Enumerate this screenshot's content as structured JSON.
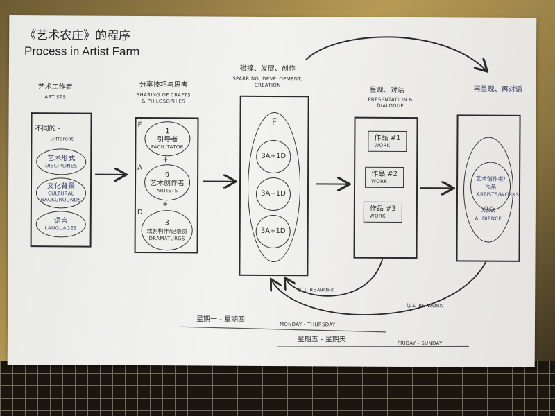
{
  "title": {
    "cn": "《艺术农庄》的程序",
    "en": "Process in Artist Farm"
  },
  "stages": [
    {
      "heading_cn": "艺术工作者",
      "heading_en": "ARTISTS",
      "intro_cn": "不同的 -",
      "intro_en": "Different -",
      "items": [
        {
          "cn": "艺术形式",
          "en": "DISCIPLINES"
        },
        {
          "cn": "文化背景",
          "en": "CULTURAL BACKGROUNDS"
        },
        {
          "cn": "语言",
          "en": "LANGUAGES"
        }
      ]
    },
    {
      "heading_cn": "分享技巧与思考",
      "heading_en": "SHARING OF CRAFTS & PHILOSOPHIES",
      "groups": [
        {
          "letter": "F",
          "count": "1",
          "cn": "引导者",
          "en": "FACILITATOR"
        },
        {
          "letter": "A",
          "count": "9",
          "cn": "艺术创作者",
          "en": "ARTISTS"
        },
        {
          "letter": "D",
          "count": "3",
          "cn": "戏剧构作/记录员",
          "en": "DRAMATURGS"
        }
      ],
      "plus": "+"
    },
    {
      "heading_cn": "碰撞、发展、创作",
      "heading_en": "SPARRING, DEVELOPMENT, CREATION",
      "letter": "F",
      "teams": [
        "3A+1D",
        "3A+1D",
        "3A+1D"
      ]
    },
    {
      "heading_cn": "呈现、对话",
      "heading_en": "PRESENTATION & DIALOGUE",
      "works": [
        {
          "cn": "作品 #1",
          "en": "WORK"
        },
        {
          "cn": "作品 #2",
          "en": "WORK"
        },
        {
          "cn": "作品 #3",
          "en": "WORK"
        }
      ]
    },
    {
      "heading_cn": "再呈现、再对话",
      "inner_cn": "艺术创作者/作品",
      "inner_en": "ARTISTS/WORKS",
      "audience_cn": "观众",
      "audience_en": "AUDIENCE"
    }
  ],
  "rework": [
    "加工 RE-WORK",
    "加工 RE-WORK"
  ],
  "timeline": [
    {
      "cn": "星期一 - 星期四",
      "en": "MONDAY - THURSDAY"
    },
    {
      "cn": "星期五 - 星期天",
      "en": "FRIDAY - SUNDAY"
    }
  ],
  "colors": {
    "ink": "#2a2a2a",
    "blue_ink": "#3a3f6a",
    "paper": "#efefec",
    "backdrop": "#b89a55"
  }
}
